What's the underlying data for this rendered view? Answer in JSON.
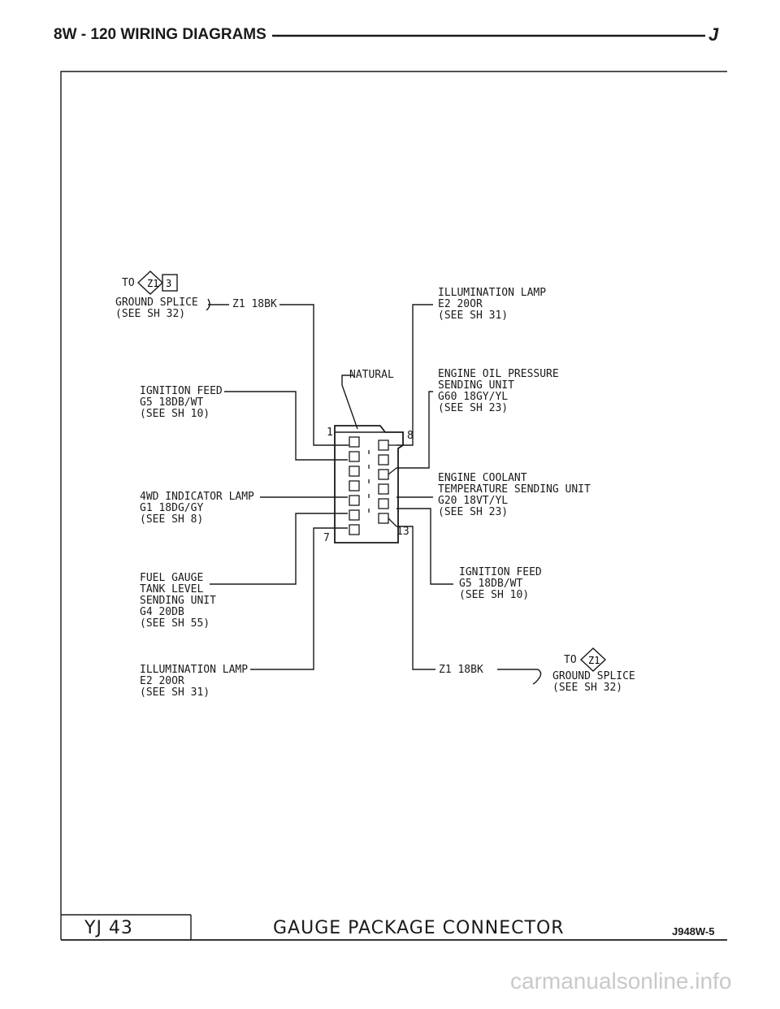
{
  "header": {
    "left": "8W - 120   WIRING DIAGRAMS",
    "right": "J"
  },
  "connector": {
    "tag": "NATURAL",
    "pin_first": "1",
    "pin_top_right": "8",
    "pin_bottom_left": "7",
    "pin_last": "13"
  },
  "labels": {
    "ground_top": {
      "to": "TO",
      "diamond": "Z1",
      "sheet": "3",
      "line1": "GROUND SPLICE",
      "line2": "(SEE SH 32)",
      "wire": "Z1 18BK"
    },
    "illum_top": [
      "ILLUMINATION LAMP",
      "E2 20OR",
      "(SEE SH 31)"
    ],
    "oil": [
      "ENGINE OIL PRESSURE",
      "SENDING UNIT",
      "G60 18GY/YL",
      "(SEE SH 23)"
    ],
    "ign_left": [
      "IGNITION FEED",
      "G5 18DB/WT",
      "(SEE SH 10)"
    ],
    "coolant": [
      "ENGINE COOLANT",
      "TEMPERATURE SENDING UNIT",
      "G20 18VT/YL",
      "(SEE SH 23)"
    ],
    "fourwd": [
      "4WD INDICATOR LAMP",
      "G1 18DG/GY",
      "(SEE SH 8)"
    ],
    "fuel": [
      "FUEL GAUGE",
      "TANK LEVEL",
      "SENDING UNIT",
      "G4 20DB",
      "(SEE SH 55)"
    ],
    "ign_right": [
      "IGNITION FEED",
      "G5 18DB/WT",
      "(SEE SH 10)"
    ],
    "illum_bottom": [
      "ILLUMINATION LAMP",
      "E2 20OR",
      "(SEE SH 31)"
    ],
    "ground_bottom": {
      "wire": "Z1 18BK",
      "to": "TO",
      "diamond": "Z1",
      "line1": "GROUND SPLICE",
      "line2": "(SEE SH 32)"
    }
  },
  "footer": {
    "model": "YJ  43",
    "title": "GAUGE PACKAGE CONNECTOR",
    "code": "J948W-5"
  },
  "watermark": "carmanualsonline.info"
}
